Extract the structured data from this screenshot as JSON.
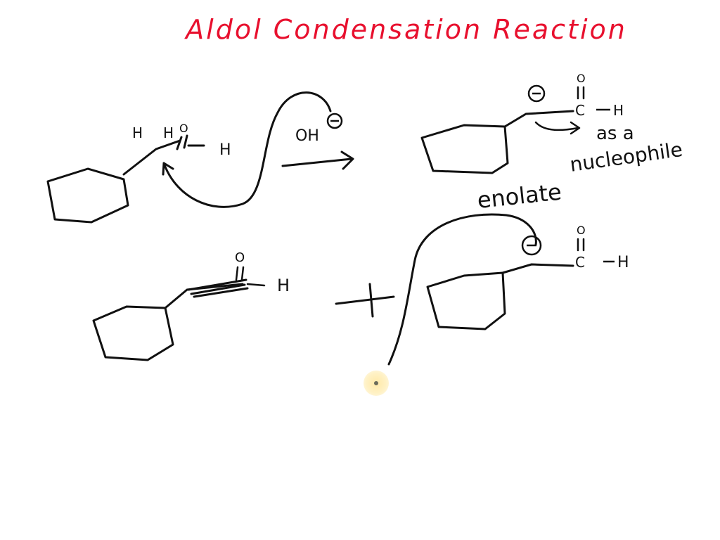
{
  "title": "Aldol Condensation Reaction",
  "colors": {
    "title_ink": "#e8102e",
    "ink": "#111111",
    "cursor_highlight": "#fff1c4"
  },
  "reaction1": {
    "reactant_labels": {
      "h_left": "H",
      "h_right": "H",
      "oxygen": "O",
      "hydrogen": "H"
    },
    "reagent": "OH",
    "product_labels": {
      "oxygen": "O",
      "carbon": "C",
      "hydrogen": "H"
    },
    "note_line1": "as a",
    "note_line2": "nucleophile",
    "enolate_label": "enolate"
  },
  "reaction2": {
    "reactant_labels": {
      "oxygen": "O",
      "hydrogen": "H"
    },
    "plus": "+",
    "enolate_labels": {
      "oxygen": "O",
      "carbon": "C",
      "hydrogen": "H"
    }
  },
  "icons": {
    "negative_charge": "circled-minus-icon",
    "cursor": "pen-cursor-icon"
  }
}
